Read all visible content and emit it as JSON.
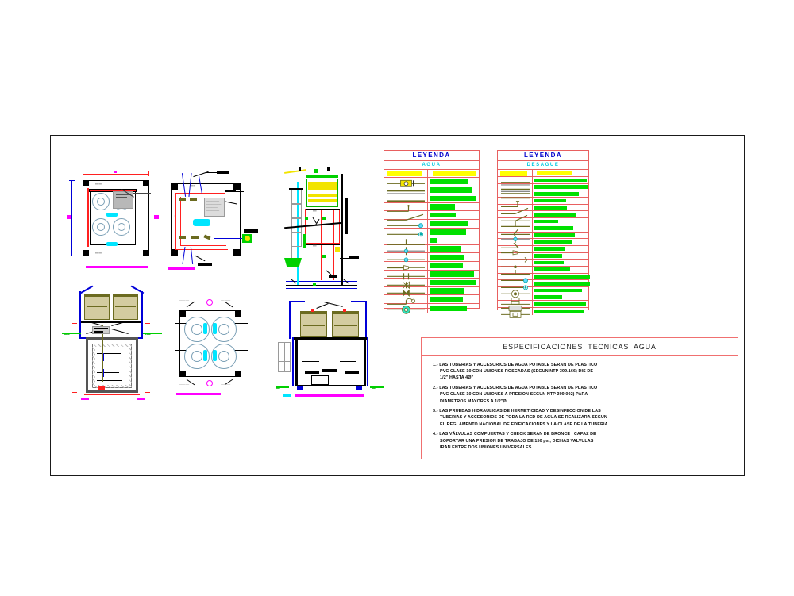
{
  "sheet": {
    "title": "Plano de instalaciones sanitarias - agua y desague",
    "border_color": "#1a1a1a",
    "background": "#ffffff"
  },
  "drawings": [
    {
      "id": "plan-cisterna-tanque",
      "label": "",
      "type": "floor-plan"
    },
    {
      "id": "plan-instalacion-agua",
      "label": "",
      "type": "piping-plan"
    },
    {
      "id": "seccion-vertical-tanque",
      "label": "",
      "type": "section"
    },
    {
      "id": "corte-cisterna-tanques",
      "label": "",
      "type": "section"
    },
    {
      "id": "planta-cuatro-tanques",
      "label": "",
      "type": "floor-plan"
    },
    {
      "id": "corte-tanques-elevados",
      "label": "",
      "type": "section"
    }
  ],
  "legend_agua": {
    "title": "LEYENDA",
    "subtitle": "AGUA",
    "header": {
      "symbol_label": "",
      "description_label": ""
    },
    "col_symbol_width": 55,
    "col_desc_width": 64,
    "rows": [
      {
        "symbol": "medidor-icon",
        "desc_width": 49
      },
      {
        "symbol": "tuberia-pvc-icon",
        "desc_width": 53
      },
      {
        "symbol": "tuberia-agua-icon",
        "desc_width": 58
      },
      {
        "symbol": "codo-90-icon",
        "desc_width": 32
      },
      {
        "symbol": "codo-45-icon",
        "desc_width": 33
      },
      {
        "symbol": "sube-tuberia-icon",
        "desc_width": 48
      },
      {
        "symbol": "baja-tuberia-icon",
        "desc_width": 46
      },
      {
        "symbol": "tee-icon",
        "desc_width": 10
      },
      {
        "symbol": "cruz-icon",
        "desc_width": 39
      },
      {
        "symbol": "union-icon",
        "desc_width": 44
      },
      {
        "symbol": "reduccion-icon",
        "desc_width": 42
      },
      {
        "symbol": "valvula-compuerta-icon",
        "desc_width": 56
      },
      {
        "symbol": "valvula-check-icon",
        "desc_width": 59
      },
      {
        "symbol": "valvula-globo-icon",
        "desc_width": 44
      },
      {
        "symbol": "valvula-flotador-icon",
        "desc_width": 42
      },
      {
        "symbol": "bomba-icon",
        "desc_width": 47
      }
    ]
  },
  "legend_desague": {
    "title": "LEYENDA",
    "subtitle": "DESAGUE",
    "col_symbol_width": 44,
    "col_desc_width": 71,
    "rows": [
      {
        "symbol": "tuberia-desague-icon",
        "desc_width": 66
      },
      {
        "symbol": "tuberia-ventilacion-icon",
        "desc_width": 67
      },
      {
        "symbol": "tuberia-lluvia-icon",
        "desc_width": 56
      },
      {
        "symbol": "codo-desague-90-icon",
        "desc_width": 40
      },
      {
        "symbol": "codo-desague-45-icon",
        "desc_width": 41
      },
      {
        "symbol": "yee-icon",
        "desc_width": 53
      },
      {
        "symbol": "tee-sanitaria-icon",
        "desc_width": 30
      },
      {
        "symbol": "yee-doble-icon",
        "desc_width": 49
      },
      {
        "symbol": "cruz-sanitaria-icon",
        "desc_width": 51
      },
      {
        "symbol": "codo-ventilacion-icon",
        "desc_width": 47
      },
      {
        "symbol": "reduccion-desague-icon",
        "desc_width": 38
      },
      {
        "symbol": "tapon-icon",
        "desc_width": 35
      },
      {
        "symbol": "registro-roscado-icon",
        "desc_width": 37
      },
      {
        "symbol": "sumidero-icon",
        "desc_width": 45
      },
      {
        "symbol": "montante-sube-icon",
        "desc_width": 70
      },
      {
        "symbol": "montante-baja-icon",
        "desc_width": 70
      },
      {
        "symbol": "caja-registro-icon",
        "desc_width": 60
      },
      {
        "symbol": "trampa-p-icon",
        "desc_width": 35
      },
      {
        "symbol": "canaleta-icon",
        "desc_width": 65
      },
      {
        "symbol": "buzon-icon",
        "desc_width": 62
      }
    ]
  },
  "spec_box": {
    "title": "ESPECIFICACIONES  TECNICAS  AGUA",
    "items": [
      {
        "num": "1.-",
        "l1": "LAS TUBERIAS Y ACCESORIOS DE AGUA  POTABLE SERAN DE PLASTICO",
        "l2": "PVC CLASE 10 CON UNIONES ROSCADAS (SEGUN NTP 399.166) DIS DE",
        "l3": "1/2\" HASTA 4Ø\""
      },
      {
        "num": "2.-",
        "l1": "LAS TUBERIAS Y ACCESORIOS DE AGUA  POTABLE SERAN DE PLASTICO",
        "l2": "PVC CLASE 10 CON UNIONES A  PRESION SEGUN NTP 399.002) PARA",
        "l3": "DIAMETROS MAYORES A 1/2\"Ø"
      },
      {
        "num": "3.-",
        "l1": "LAS PRUEBAS HIDRAULICAS DE HERMETICIDAD Y DESINFECCION DE LAS",
        "l2": "TUBERIAS Y ACCESORIOS DE TODA  LA RED DE AGUA SE REALIZARA SEGUN",
        "l3": "EL REGLAMENTO NACIONAL DE EDIFICACIONES Y LA CLASE DE LA TUBERIA."
      },
      {
        "num": "4.-",
        "l1": "LAS VÁLVULAS COMPUERTAS Y CHECK SERAN DE BRONCE . CAPAZ DE",
        "l2": "SOPORTAR UNA PRESION DE TRABAJO DE 150 psi, DICHAS VALVULAS",
        "l3": "IRAN ENTRE DOS UNIONES UNIVERSALES."
      }
    ]
  },
  "colors": {
    "red": "#ff2020",
    "magenta": "#ff00ff",
    "cyan": "#00e5ff",
    "blue": "#0000d8",
    "green": "#00d000",
    "yellow": "#f2e400",
    "gray": "#9a9a9a",
    "olive": "#6b6b20",
    "tan": "#cfc89a",
    "legend_border": "#e86060",
    "spec_border": "#f07070",
    "title_blue": "#0000cc",
    "subtitle_cyan": "#00c8e0"
  }
}
